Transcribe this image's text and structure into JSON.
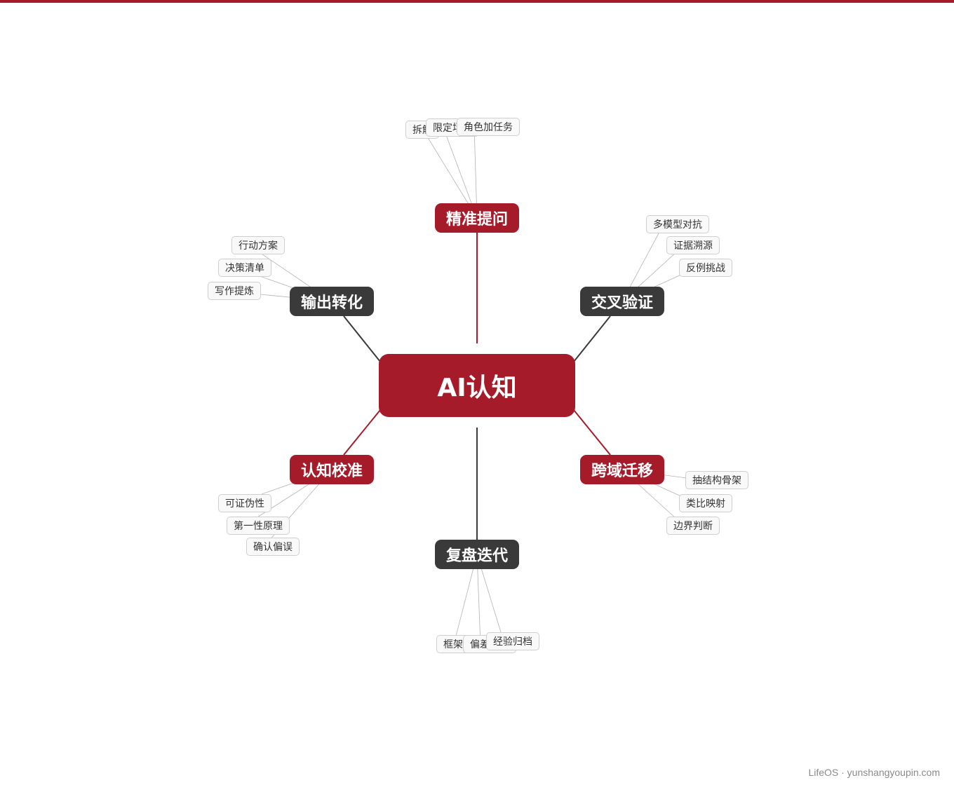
{
  "colors": {
    "accent": "#a61b29",
    "dark": "#3a3a3a",
    "leaf_border": "#cfcfcf",
    "leaf_bg": "#f9f9f9"
  },
  "center": {
    "label": "AI认知",
    "style": "accent"
  },
  "branches": [
    {
      "label": "精准提问",
      "style": "accent",
      "leaves": [
        "拆解",
        "限定场景",
        "角色加任务"
      ]
    },
    {
      "label": "交叉验证",
      "style": "dark",
      "leaves": [
        "多模型对抗",
        "证据溯源",
        "反例挑战"
      ]
    },
    {
      "label": "跨域迁移",
      "style": "accent",
      "leaves": [
        "抽结构骨架",
        "类比映射",
        "边界判断"
      ]
    },
    {
      "label": "复盘迭代",
      "style": "dark",
      "leaves": [
        "框架更新",
        "偏差标注",
        "经验归档"
      ]
    },
    {
      "label": "认知校准",
      "style": "accent",
      "leaves": [
        "可证伪性",
        "第一性原理",
        "确认偏误"
      ]
    },
    {
      "label": "输出转化",
      "style": "dark",
      "leaves": [
        "行动方案",
        "决策清单",
        "写作提炼"
      ]
    }
  ],
  "footer": {
    "text": "LifeOS · yunshangyoupin.com"
  }
}
